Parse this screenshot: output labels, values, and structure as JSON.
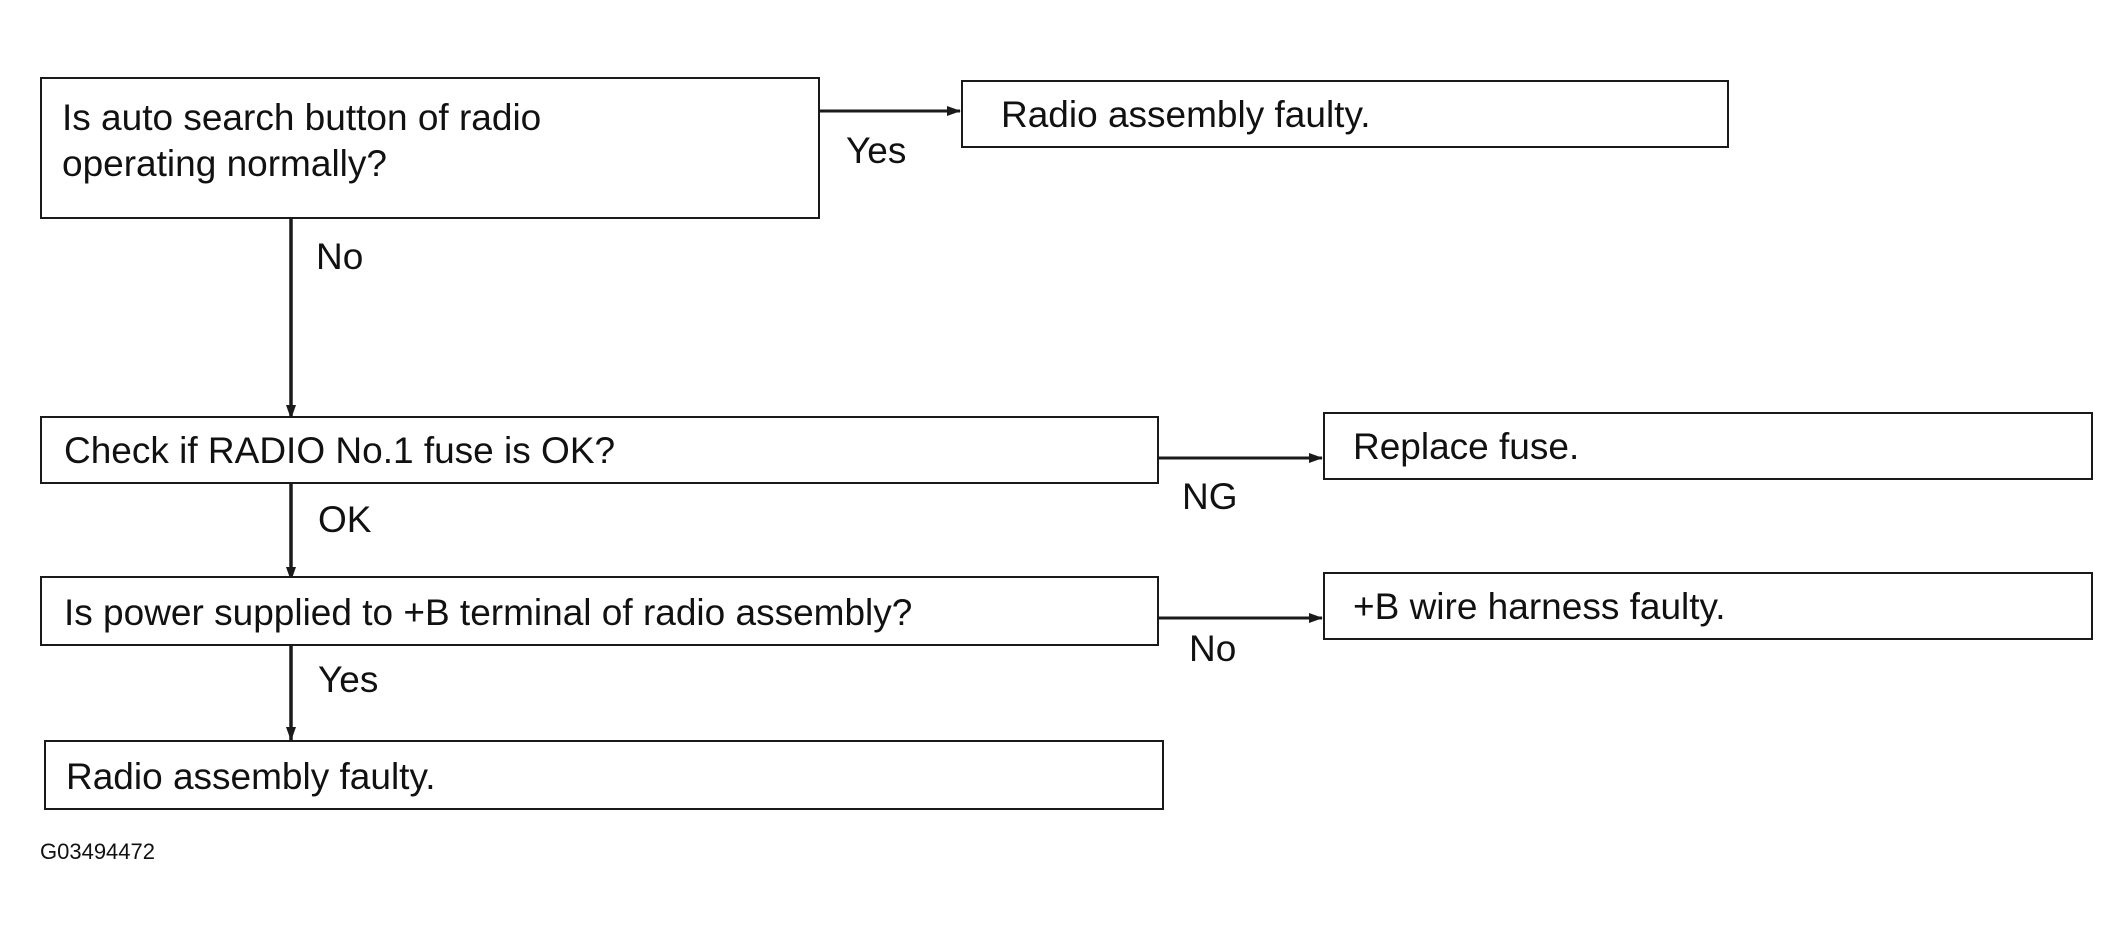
{
  "flowchart": {
    "q1": {
      "line1": "Is auto search button of radio",
      "line2": "operating normally?"
    },
    "r1": "Radio assembly faulty.",
    "q2": "Check if RADIO No.1 fuse is OK?",
    "r2": "Replace fuse.",
    "q3": "Is power supplied to +B terminal of radio assembly?",
    "r3": "+B wire harness faulty.",
    "r4": "Radio assembly faulty.",
    "labels": {
      "q1_yes": "Yes",
      "q1_no": "No",
      "q2_ng": "NG",
      "q2_ok": "OK",
      "q3_no": "No",
      "q3_yes": "Yes"
    }
  },
  "figure_code": "G03494472"
}
